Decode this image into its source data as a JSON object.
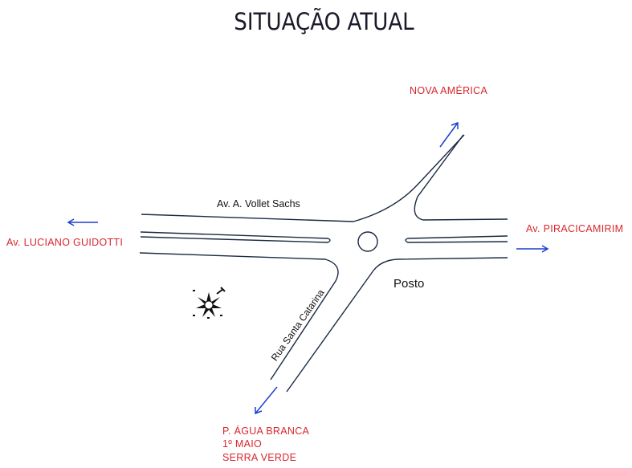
{
  "title": "SITUAÇÃO ATUAL",
  "destinations": {
    "north_east": "NOVA AMÉRICA",
    "west": "Av. LUCIANO GUIDOTTI",
    "east": "Av. PIRACICAMIRIM",
    "south_west": [
      "P. ÁGUA BRANCA",
      "1º MAIO",
      "SERRA VERDE"
    ]
  },
  "streets": {
    "main": "Av. A. Vollet Sachs",
    "side": "Rua Santa Catarina"
  },
  "landmark": "Posto",
  "colors": {
    "label": "#d8262c",
    "arrow": "#1c3fd0",
    "road": "#1a2a40"
  }
}
